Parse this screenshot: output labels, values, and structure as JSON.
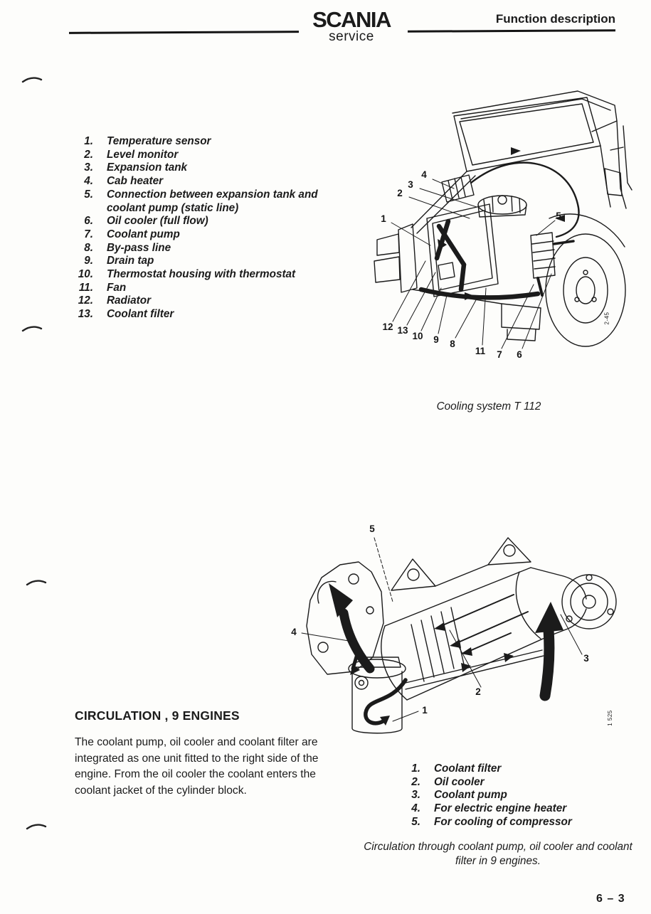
{
  "colors": {
    "paper": "#fdfdfb",
    "ink": "#1b1b1b"
  },
  "header": {
    "logo": "SCANIA",
    "logo_sub": "service",
    "section_title": "Function description"
  },
  "cooling_list": {
    "items": [
      {
        "num": "1.",
        "label": "Temperature sensor"
      },
      {
        "num": "2.",
        "label": "Level monitor"
      },
      {
        "num": "3.",
        "label": "Expansion tank"
      },
      {
        "num": "4.",
        "label": "Cab heater"
      },
      {
        "num": "5.",
        "label": "Connection between expansion tank and coolant pump (static line)"
      },
      {
        "num": "6.",
        "label": "Oil cooler (full flow)"
      },
      {
        "num": "7.",
        "label": "Coolant pump"
      },
      {
        "num": "8.",
        "label": "By-pass line"
      },
      {
        "num": "9.",
        "label": "Drain tap"
      },
      {
        "num": "10.",
        "label": "Thermostat housing with thermostat"
      },
      {
        "num": "11.",
        "label": "Fan"
      },
      {
        "num": "12.",
        "label": "Radiator"
      },
      {
        "num": "13.",
        "label": "Coolant filter"
      }
    ]
  },
  "truck_figure": {
    "caption": "Cooling system T 112",
    "fig_ref": "2-45",
    "callouts": [
      "4",
      "3",
      "2",
      "1",
      "5",
      "12",
      "13",
      "10",
      "9",
      "8",
      "11",
      "7",
      "6"
    ]
  },
  "circulation": {
    "heading": "CIRCULATION , 9 ENGINES",
    "body": "The coolant pump, oil cooler and coolant filter are integrated as one unit fitted to the right side of the engine. From the oil cooler the coolant enters the coolant jacket of the cylinder block."
  },
  "engine_list": {
    "items": [
      {
        "num": "1.",
        "label": "Coolant filter"
      },
      {
        "num": "2.",
        "label": "Oil cooler"
      },
      {
        "num": "3.",
        "label": "Coolant pump"
      },
      {
        "num": "4.",
        "label": "For electric engine heater"
      },
      {
        "num": "5.",
        "label": "For cooling of compressor"
      }
    ]
  },
  "pump_figure": {
    "caption": "Circulation through coolant pump, oil cooler and coolant filter in 9 engines.",
    "fig_ref": "1 525",
    "callouts": [
      "5",
      "4",
      "3",
      "2",
      "1"
    ]
  },
  "footer": {
    "page_number": "6 – 3"
  }
}
